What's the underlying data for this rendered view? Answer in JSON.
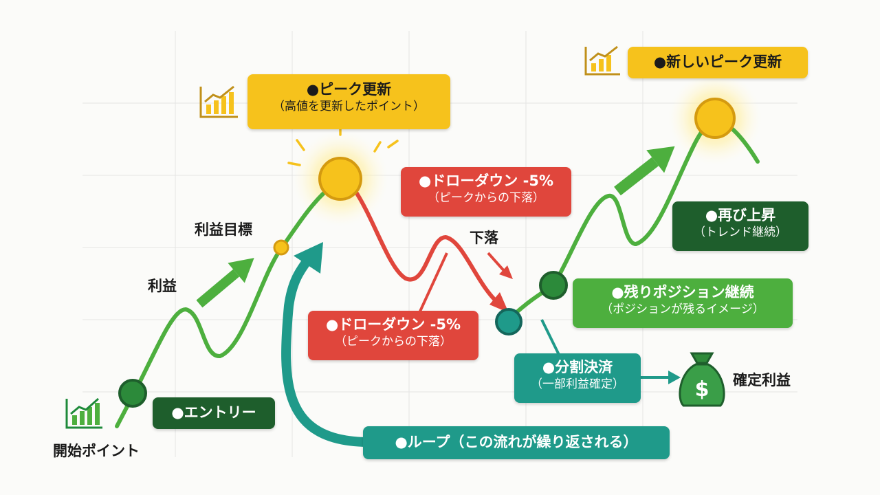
{
  "labels": {
    "peak": {
      "line1": "●ピーク更新",
      "line2": "（高値を更新したポイント）"
    },
    "new_peak": {
      "line1": "●新しいピーク更新"
    },
    "drawdown_top": {
      "line1": "●ドローダウン -5%",
      "line2": "（ピークからの下落）"
    },
    "drawdown_mid": {
      "line1": "●ドローダウン -5%",
      "line2": "（ピークからの下落）"
    },
    "fall": "下落",
    "profit_target": "利益目標",
    "profit": "利益",
    "entry": "●エントリー",
    "start_point": "開始ポイント",
    "rise_again": {
      "line1": "●再び上昇",
      "line2": "（トレンド継続）"
    },
    "remaining": {
      "line1": "●残りポジション継続",
      "line2": "（ポジションが残るイメージ）"
    },
    "partial": {
      "line1": "●分割決済",
      "line2": "（一部利益確定）"
    },
    "fixed_profit": "確定利益",
    "loop": "●ループ（この流れが繰り返される）"
  },
  "icons": [
    "chart-icon-start",
    "chart-icon-peak",
    "chart-icon-new-peak",
    "money-bag-icon"
  ],
  "colors": {
    "green": "#4daf3e",
    "dark_green": "#1e5e2c",
    "red": "#e0463c",
    "yellow": "#f6c21c",
    "teal": "#1f9a8a"
  }
}
